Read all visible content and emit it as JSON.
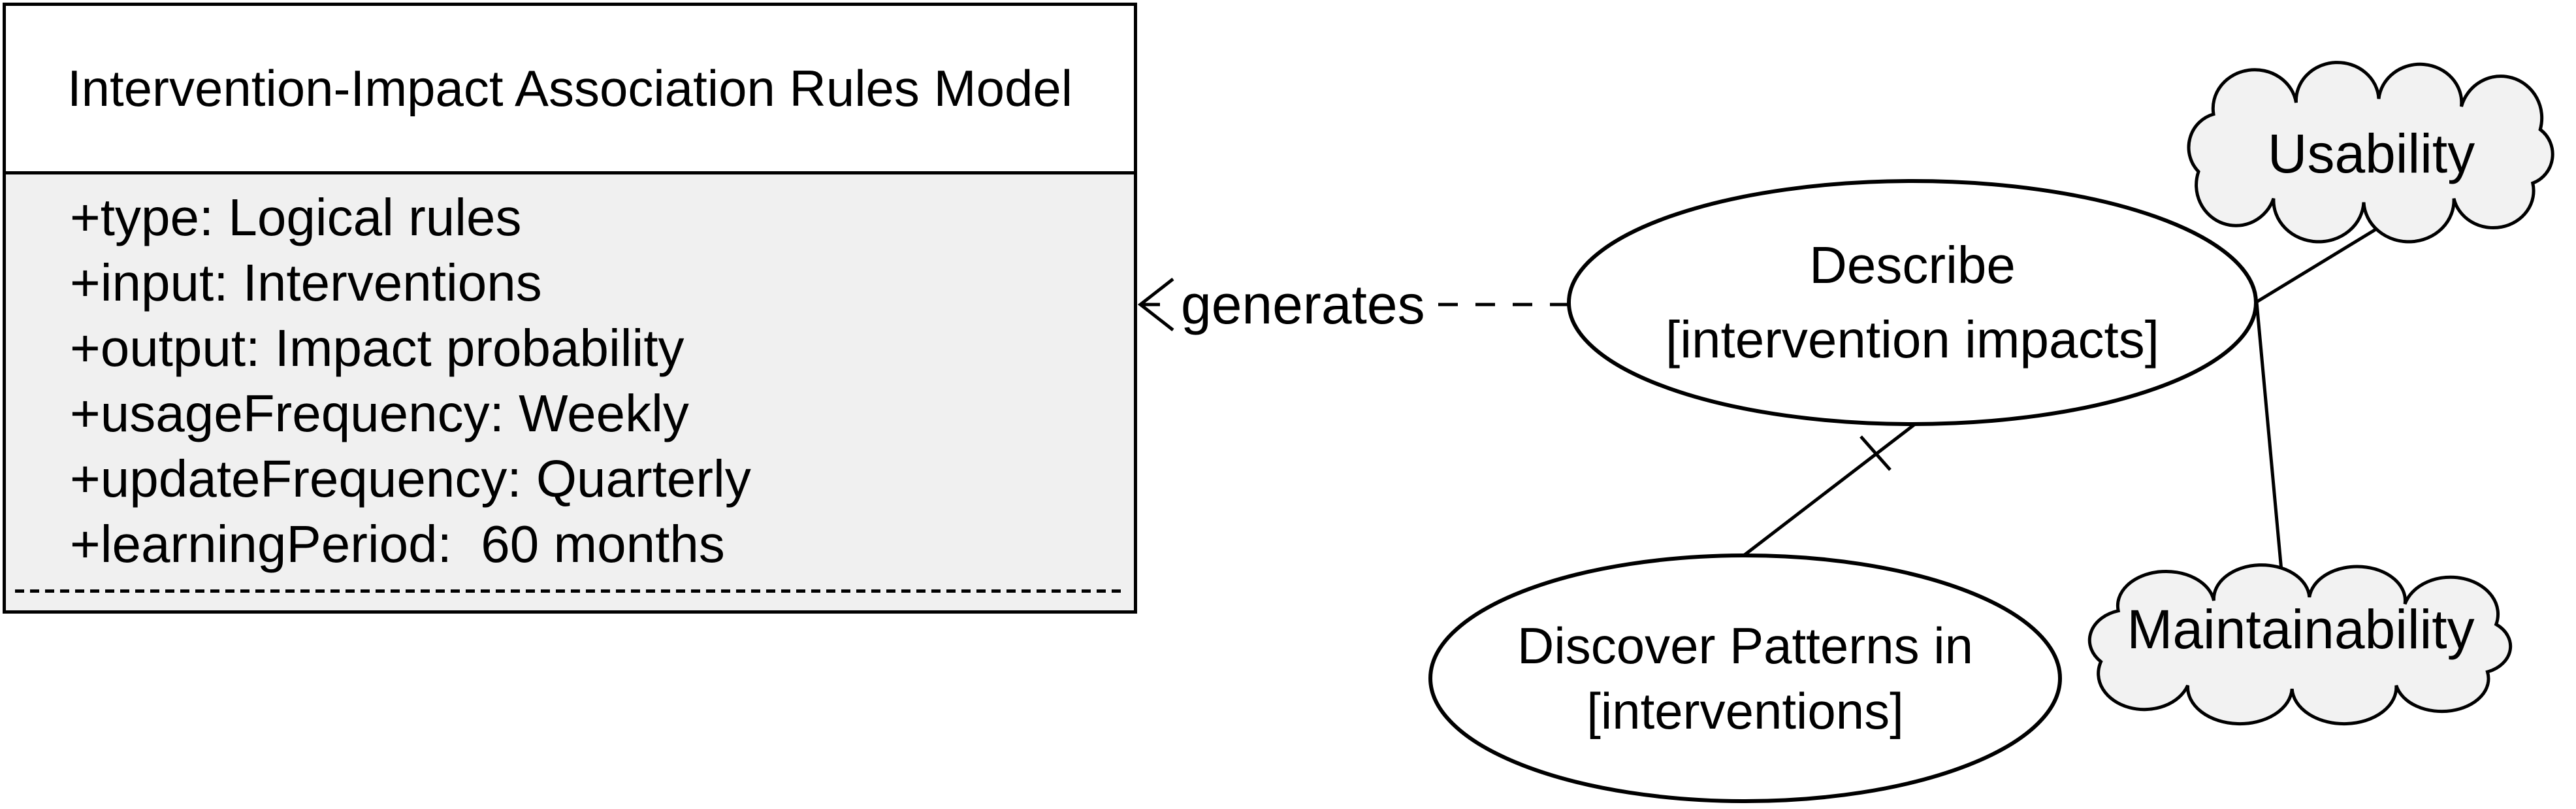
{
  "diagram": {
    "class_box": {
      "title": "Intervention-Impact Association Rules Model",
      "attributes": [
        "+type: Logical rules",
        "+input: Interventions",
        "+output: Impact probability",
        "+usageFrequency: Weekly",
        "+updateFrequency: Quarterly",
        "+learningPeriod:  60 months"
      ]
    },
    "dependency": {
      "label": "generates",
      "style": "dashed-open-arrow"
    },
    "use_cases": {
      "describe": {
        "lines": [
          "Describe",
          "[intervention impacts]"
        ]
      },
      "discover": {
        "lines": [
          "Discover Patterns in",
          "[interventions]"
        ]
      }
    },
    "clouds": {
      "usability": {
        "label": "Usability"
      },
      "maintainability": {
        "label": "Maintainability"
      }
    },
    "colors": {
      "background": "#ffffff",
      "stroke": "#000000",
      "attributes_fill": "#f0f0f0",
      "cloud_fill": "#f2f2f2",
      "shape_fill": "#ffffff",
      "text": "#000000"
    }
  }
}
